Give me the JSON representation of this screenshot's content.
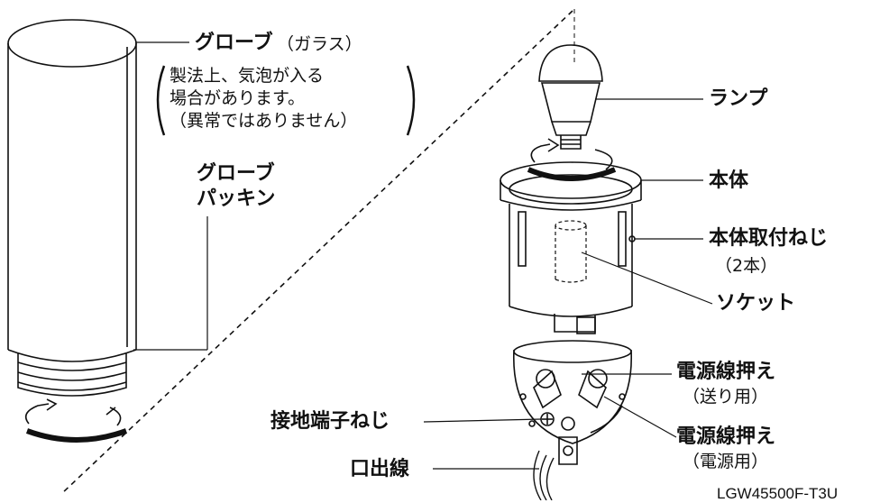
{
  "labels": {
    "globe": "グローブ",
    "globe_sub": "（ガラス）",
    "note_line1": "製法上、気泡が入る",
    "note_line2": "場合があります。",
    "note_line3": "（異常ではありません）",
    "packing_line1": "グローブ",
    "packing_line2": "パッキン",
    "lamp": "ランプ",
    "body": "本体",
    "body_screw": "本体取付ねじ",
    "body_screw_count": "（2本）",
    "socket": "ソケット",
    "cord_clamp_1": "電源線押え",
    "cord_clamp_1_sub": "（送り用）",
    "cord_clamp_2": "電源線押え",
    "cord_clamp_2_sub": "（電源用）",
    "ground_screw": "接地端子ねじ",
    "lead_wire": "口出線",
    "model_code": "LGW45500F-T3U"
  },
  "colors": {
    "line": "#111111",
    "fill": "#ffffff",
    "shade": "#e8e8e8"
  }
}
